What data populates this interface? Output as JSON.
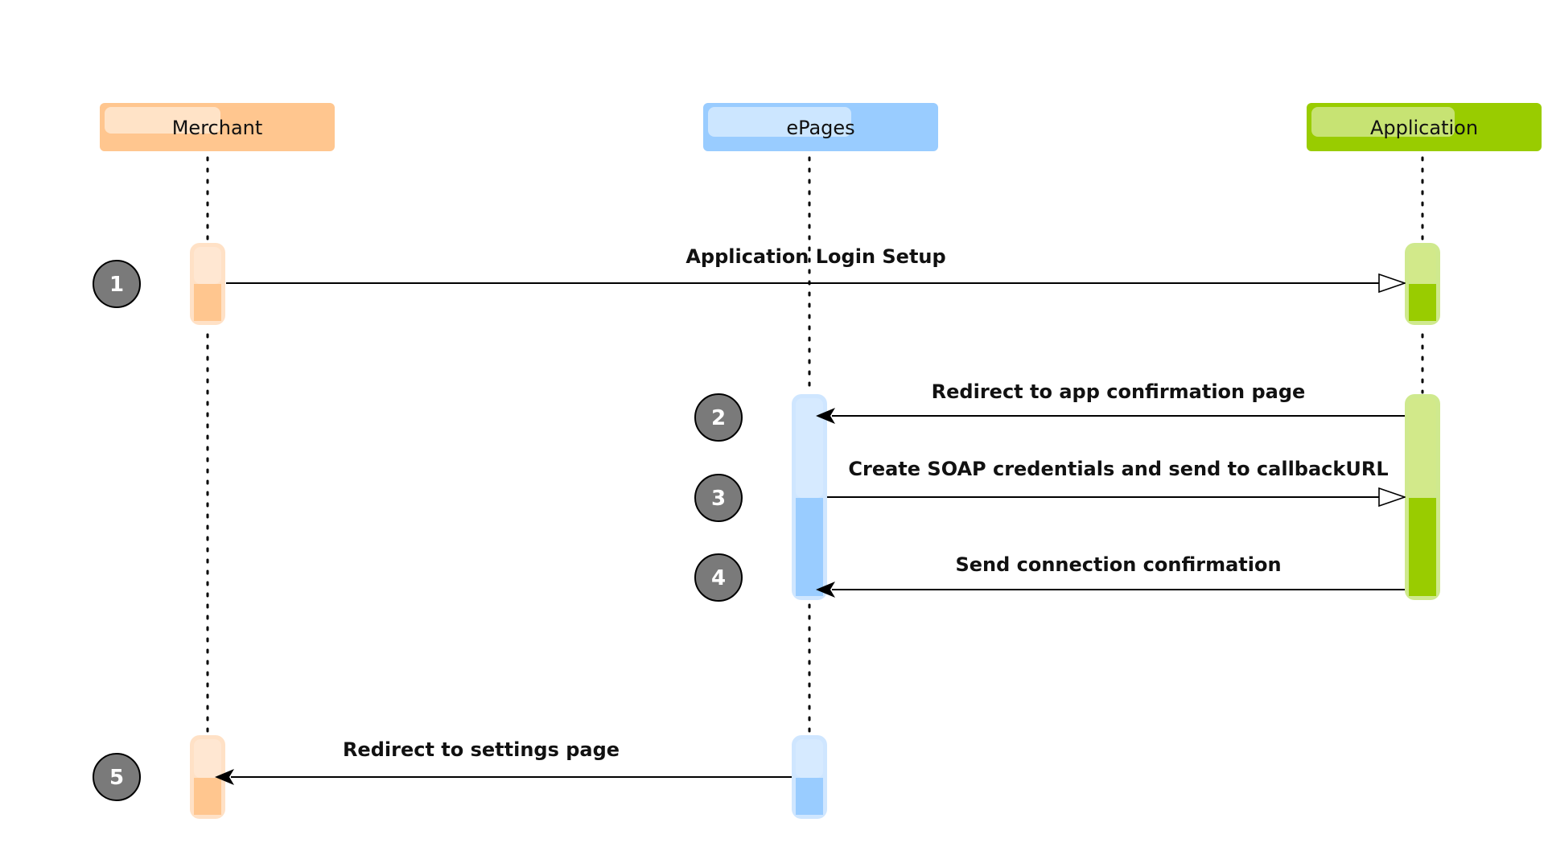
{
  "actors": [
    {
      "id": "merchant",
      "label": "Merchant",
      "color": "#ffc68f",
      "color_light": "#ffe7d2",
      "color_glow": "#ffe1c6"
    },
    {
      "id": "epages",
      "label": "ePages",
      "color": "#99ccff",
      "color_light": "#d6eaff",
      "color_glow": "#cfe6ff"
    },
    {
      "id": "application",
      "label": "Application",
      "color": "#99cc00",
      "color_light": "#d2e98a",
      "color_glow": "#cfe98e"
    }
  ],
  "messages": [
    {
      "step": "1",
      "label": "Application Login Setup",
      "from": "merchant",
      "to": "application",
      "arrowhead": "open"
    },
    {
      "step": "2",
      "label": "Redirect to app confirmation page",
      "from": "application",
      "to": "epages",
      "arrowhead": "filled"
    },
    {
      "step": "3",
      "label": "Create SOAP credentials and send to callbackURL",
      "from": "epages",
      "to": "application",
      "arrowhead": "open"
    },
    {
      "step": "4",
      "label": "Send connection confirmation",
      "from": "application",
      "to": "epages",
      "arrowhead": "filled"
    },
    {
      "step": "5",
      "label": "Redirect to settings page",
      "from": "epages",
      "to": "merchant",
      "arrowhead": "filled"
    }
  ],
  "colors": {
    "step_circle": "#7a7a7a",
    "line": "#000000"
  }
}
